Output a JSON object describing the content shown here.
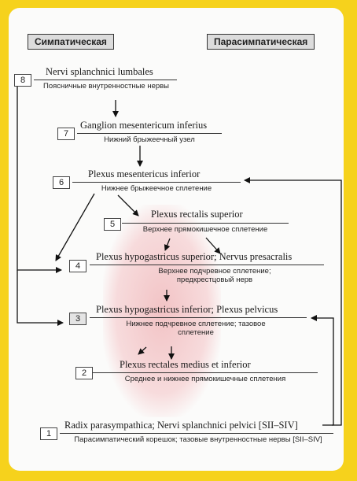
{
  "headers": {
    "sympathetic": "Симпатическая",
    "parasympathetic": "Парасимпатическая"
  },
  "nodes": [
    {
      "num": "8",
      "latin": "Nervi splanchnici lumbales",
      "russian": "Поясничные внутренностные нервы"
    },
    {
      "num": "7",
      "latin": "Ganglion mesentericum inferius",
      "russian": "Нижний брыжеечный узел"
    },
    {
      "num": "6",
      "latin": "Plexus mesentericus inferior",
      "russian": "Нижнее брыжеечное сплетение"
    },
    {
      "num": "5",
      "latin": "Plexus rectalis superior",
      "russian": "Верхнее прямокишечное сплетение"
    },
    {
      "num": "4",
      "latin": "Plexus hypogastricus superior; Nervus presacralis",
      "russian": "Верхнее подчревное сплетение; предкрестцовый нерв"
    },
    {
      "num": "3",
      "latin": "Plexus hypogastricus inferior; Plexus pelvicus",
      "russian": "Нижнее подчревное сплетение; тазовое сплетение"
    },
    {
      "num": "2",
      "latin": "Plexus rectales medius et inferior",
      "russian": "Среднее и нижнее прямокишечные сплетения"
    },
    {
      "num": "1",
      "latin": "Radix parasympathica; Nervi splanchnici pelvici [SII–SIV]",
      "russian": "Парасимпатический корешок; тазовые внутренностные нервы [SII–SIV]"
    }
  ]
}
